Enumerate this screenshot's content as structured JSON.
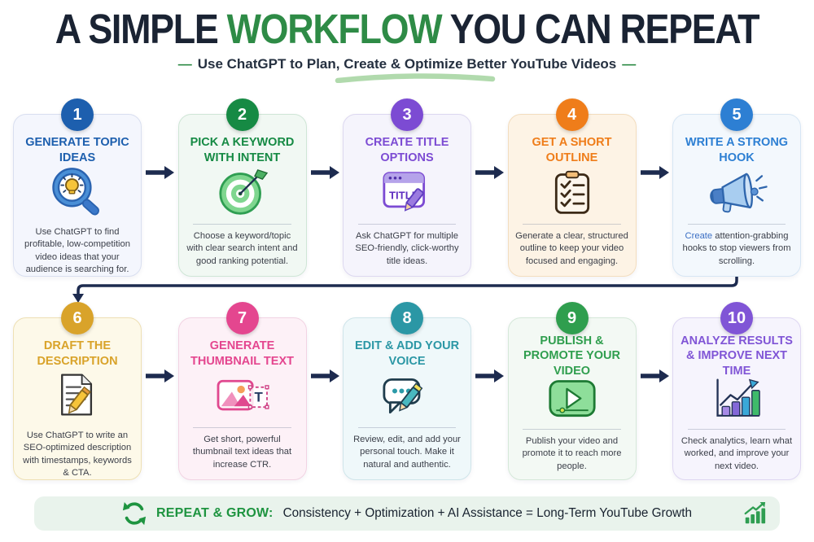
{
  "header": {
    "title": {
      "pre": "A SIMPLE",
      "highlight": "WORKFLOW",
      "post": "YOU CAN REPEAT"
    },
    "subtitle_dash": "—",
    "subtitle": "Use ChatGPT to Plan, Create & Optimize Better YouTube Videos"
  },
  "palette": {
    "title_dark": "#1a2333",
    "brand_green": "#2e8b46",
    "flow_arrow": "#1d2b4f",
    "footer_bg": "#e9f3ec"
  },
  "steps": [
    {
      "number": "1",
      "title": "GENERATE TOPIC IDEAS",
      "icon": "magnifier-lightbulb-icon",
      "description": "Use ChatGPT to find profitable, low-competition video ideas that your audience is searching for.",
      "accent": "#1d5fae",
      "bg": "#f4f6fd",
      "border": "#d9dff0"
    },
    {
      "number": "2",
      "title": "PICK A KEYWORD WITH INTENT",
      "icon": "target-arrow-icon",
      "description": "Choose a keyword/topic with clear search intent and good ranking potential.",
      "accent": "#168a44",
      "bg": "#f1f8f3",
      "border": "#cfe6d6"
    },
    {
      "number": "3",
      "title": "CREATE TITLE OPTIONS",
      "icon": "browser-title-pencil-icon",
      "icon_text": "TITLE",
      "description": "Ask ChatGPT for multiple SEO-friendly, click-worthy title ideas.",
      "accent": "#7c4bd3",
      "bg": "#f5f4fc",
      "border": "#ddd8f0"
    },
    {
      "number": "4",
      "title": "GET A SHORT OUTLINE",
      "icon": "checklist-clipboard-icon",
      "description": "Generate a clear, structured outline to keep your video focused and engaging.",
      "accent": "#ef7d1a",
      "bg": "#fdf3e5",
      "border": "#f3ddbe"
    },
    {
      "number": "5",
      "title": "WRITE A STRONG HOOK",
      "icon": "megaphone-icon",
      "desc_lead": "Create",
      "desc_rest": " attention-grabbing hooks to stop viewers from scrolling.",
      "accent": "#2d7fd3",
      "bg": "#f3f8fd",
      "border": "#d7e6f4"
    },
    {
      "number": "6",
      "title": "DRAFT THE DESCRIPTION",
      "icon": "document-pencil-icon",
      "description": "Use ChatGPT to write an SEO-optimized description with timestamps, keywords & CTA.",
      "accent": "#d9a32a",
      "bg": "#fdf9e9",
      "border": "#eee0b4"
    },
    {
      "number": "7",
      "title": "GENERATE THUMBNAIL TEXT",
      "icon": "thumbnail-text-icon",
      "icon_text": "T",
      "description": "Get short, powerful thumbnail text ideas that increase CTR.",
      "accent": "#e4468f",
      "bg": "#fdf1f7",
      "border": "#f2d3e3"
    },
    {
      "number": "8",
      "title": "EDIT & ADD YOUR VOICE",
      "icon": "speech-bubble-pencil-icon",
      "description": "Review, edit, and add your personal touch. Make it natural and authentic.",
      "accent": "#2b97a5",
      "bg": "#eff8fa",
      "border": "#cfe5ea"
    },
    {
      "number": "9",
      "title": "PUBLISH & PROMOTE YOUR VIDEO",
      "icon": "video-player-icon",
      "description": "Publish your video and promote it to reach more people.",
      "accent": "#2f9e4e",
      "bg": "#f3f9f4",
      "border": "#d5e8d9"
    },
    {
      "number": "10",
      "title": "ANALYZE RESULTS & IMPROVE NEXT TIME",
      "icon": "growth-chart-icon",
      "description": "Check analytics, learn what worked, and improve your next video.",
      "accent": "#8055d6",
      "bg": "#f6f4fd",
      "border": "#ded6f2"
    }
  ],
  "footer": {
    "icon_left": "repeat-arrows-icon",
    "label": "REPEAT & GROW:",
    "text": "Consistency + Optimization + AI Assistance = Long-Term YouTube Growth",
    "icon_right": "growth-bars-icon"
  }
}
